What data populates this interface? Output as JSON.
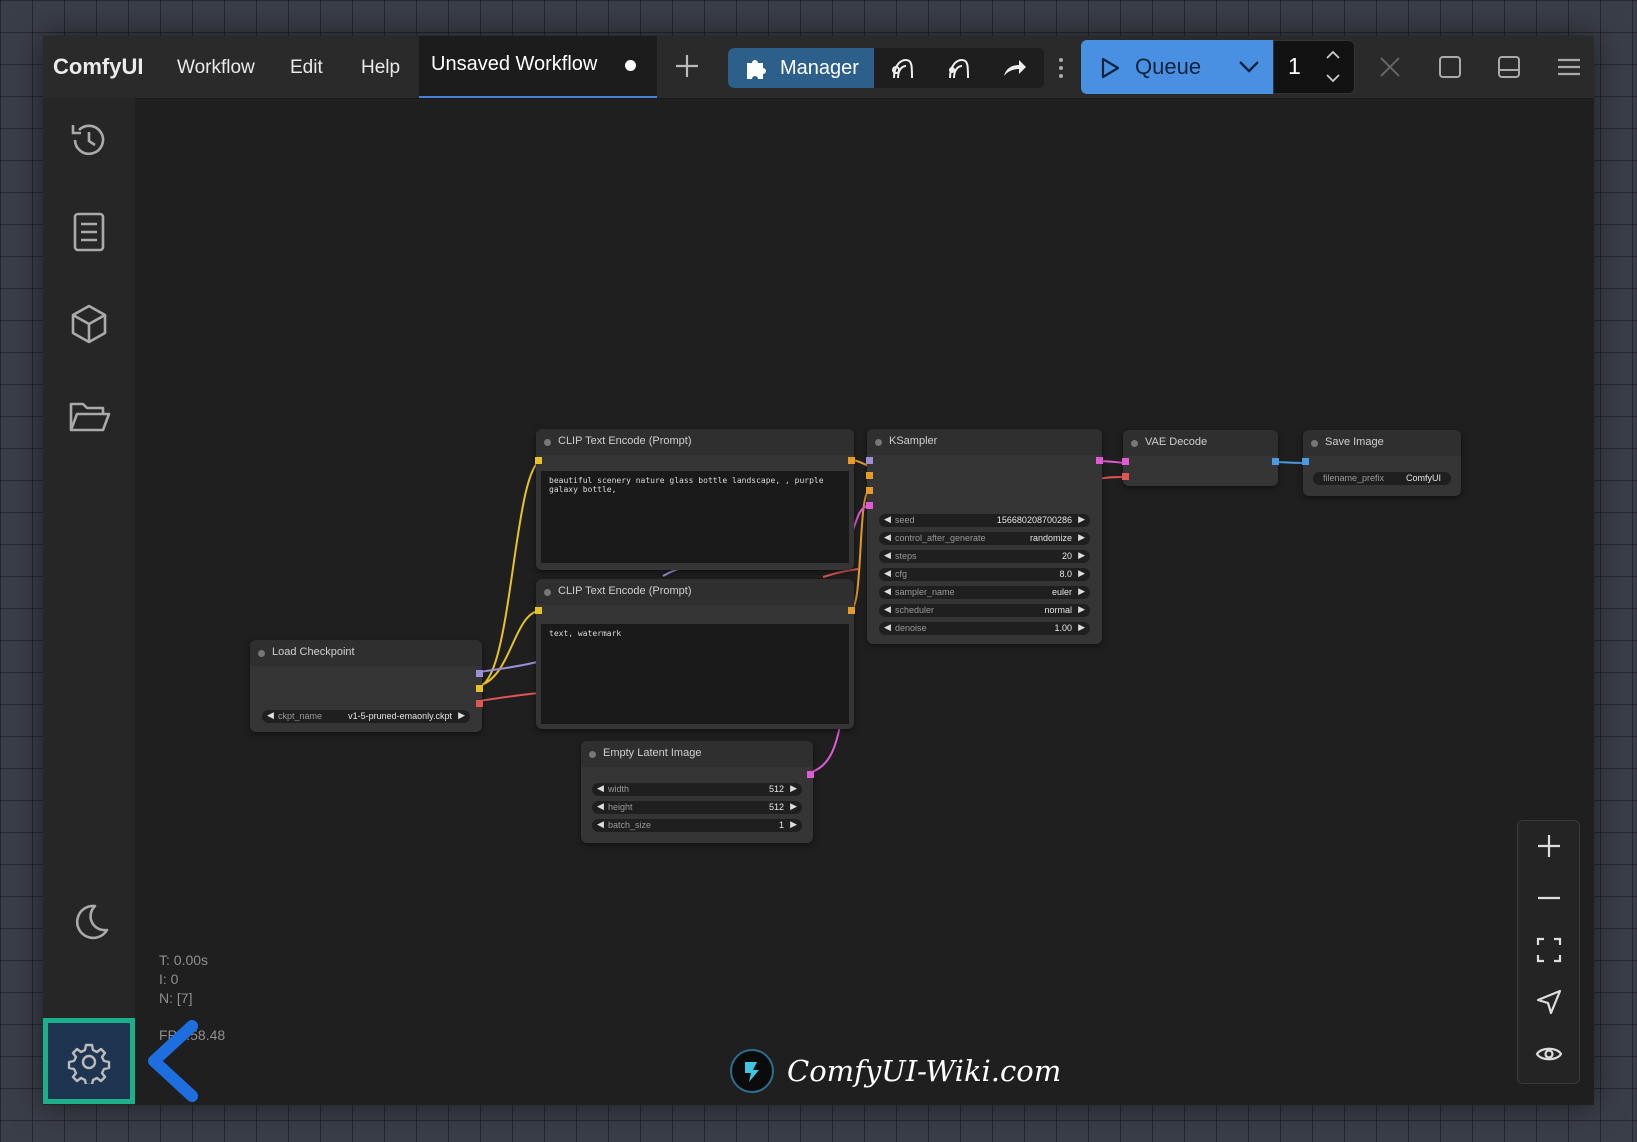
{
  "app": {
    "name": "ComfyUI"
  },
  "menu": {
    "items": [
      "Workflow",
      "Edit",
      "Help"
    ]
  },
  "tab": {
    "title": "Unsaved Workflow"
  },
  "manager": {
    "label": "Manager"
  },
  "queue": {
    "label": "Queue",
    "count": "1"
  },
  "stats": {
    "time": "T: 0.00s",
    "iterations": "I: 0",
    "nodes": "N: [7]",
    "fps": "FPS:58.48"
  },
  "nodes": {
    "clip_positive": {
      "title": "CLIP Text Encode (Prompt)",
      "text": "beautiful scenery nature glass bottle landscape, , purple galaxy bottle,"
    },
    "clip_negative": {
      "title": "CLIP Text Encode (Prompt)",
      "text": "text, watermark"
    },
    "ksampler": {
      "title": "KSampler",
      "widgets": [
        {
          "label": "seed",
          "value": "156680208700286"
        },
        {
          "label": "control_after_generate",
          "value": "randomize"
        },
        {
          "label": "steps",
          "value": "20"
        },
        {
          "label": "cfg",
          "value": "8.0"
        },
        {
          "label": "sampler_name",
          "value": "euler"
        },
        {
          "label": "scheduler",
          "value": "normal"
        },
        {
          "label": "denoise",
          "value": "1.00"
        }
      ]
    },
    "vae_decode": {
      "title": "VAE Decode"
    },
    "save_image": {
      "title": "Save Image",
      "widgets": [
        {
          "label": "filename_prefix",
          "value": "ComfyUI"
        }
      ]
    },
    "load_checkpoint": {
      "title": "Load Checkpoint",
      "widgets": [
        {
          "label": "ckpt_name",
          "value": "v1-5-pruned-emaonly.ckpt"
        }
      ]
    },
    "empty_latent": {
      "title": "Empty Latent Image",
      "widgets": [
        {
          "label": "width",
          "value": "512"
        },
        {
          "label": "height",
          "value": "512"
        },
        {
          "label": "batch_size",
          "value": "1"
        }
      ]
    }
  },
  "watermark": {
    "text": "ComfyUI-Wiki.com"
  },
  "colors": {
    "accent": "#4a90e2",
    "manager": "#2c5f8a",
    "highlight": "#1cb08a",
    "arrow": "#1fb58d"
  },
  "icons": {
    "sidebar": [
      "history-icon",
      "document-icon",
      "cube-icon",
      "folder-open-icon",
      "moon-icon",
      "gear-icon"
    ],
    "zoom": [
      "plus-icon",
      "minus-icon",
      "fit-view-icon",
      "navigate-icon",
      "eye-icon"
    ]
  }
}
